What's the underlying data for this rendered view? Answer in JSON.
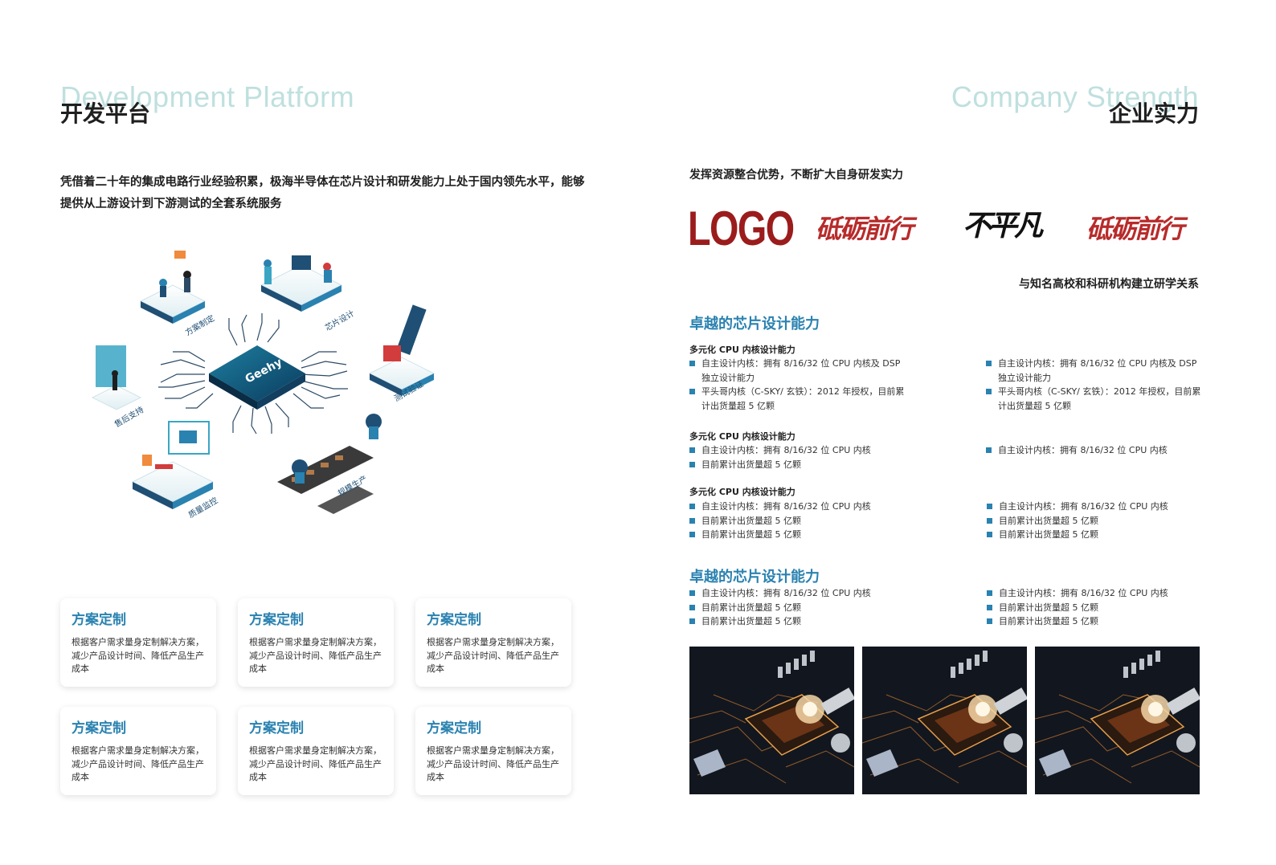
{
  "left": {
    "bg_title": "Development Platform",
    "title": "开发平台",
    "intro": "凭借着二十年的集成电路行业经验积累，极海半导体在芯片设计和研发能力上处于国内领先水平，能够提供从上游设计到下游测试的全套系统服务",
    "illustration": {
      "chip_label": "Geehy",
      "stations": [
        "方案制定",
        "芯片设计",
        "测试验证",
        "规模生产",
        "质量监控",
        "售后支持"
      ]
    },
    "cards": [
      {
        "title": "方案定制",
        "text": "根据客户需求量身定制解决方案，减少产品设计时间、降低产品生产成本"
      },
      {
        "title": "方案定制",
        "text": "根据客户需求量身定制解决方案，减少产品设计时间、降低产品生产成本"
      },
      {
        "title": "方案定制",
        "text": "根据客户需求量身定制解决方案，减少产品设计时间、降低产品生产成本"
      },
      {
        "title": "方案定制",
        "text": "根据客户需求量身定制解决方案，减少产品设计时间、降低产品生产成本"
      },
      {
        "title": "方案定制",
        "text": "根据客户需求量身定制解决方案，减少产品设计时间、降低产品生产成本"
      },
      {
        "title": "方案定制",
        "text": "根据客户需求量身定制解决方案，减少产品设计时间、降低产品生产成本"
      }
    ]
  },
  "right": {
    "bg_title": "Company Strength",
    "title": "企业实力",
    "lead": "发挥资源整合优势，不断扩大自身研发实力",
    "logos": {
      "logo_text": "LOGO",
      "calligraphy_1": "砥砺前行",
      "calligraphy_2": "不平凡",
      "calligraphy_3": "砥砺前行"
    },
    "partnership": "与知名高校和科研机构建立研学关系",
    "section1": {
      "heading": "卓越的芯片设计能力",
      "groups": [
        {
          "subheading": "多元化 CPU 内核设计能力",
          "left": [
            "自主设计内核：拥有 8/16/32 位 CPU 内核及 DSP 独立设计能力",
            "平头哥内核（C-SKY/ 玄铁）：2012 年授权，目前累计出货量超 5 亿颗"
          ],
          "right": [
            "自主设计内核：拥有 8/16/32 位 CPU 内核及 DSP 独立设计能力",
            "平头哥内核（C-SKY/ 玄铁）：2012 年授权，目前累计出货量超 5 亿颗"
          ]
        },
        {
          "subheading": "多元化 CPU 内核设计能力",
          "left": [
            "自主设计内核：拥有 8/16/32 位 CPU 内核",
            "目前累计出货量超 5 亿颗"
          ],
          "right": [
            "自主设计内核：拥有 8/16/32 位 CPU 内核"
          ]
        },
        {
          "subheading": "多元化 CPU 内核设计能力",
          "left": [
            "自主设计内核：拥有 8/16/32 位 CPU 内核",
            "目前累计出货量超 5 亿颗",
            "目前累计出货量超 5 亿颗"
          ],
          "right": [
            "自主设计内核：拥有 8/16/32 位 CPU 内核",
            "目前累计出货量超 5 亿颗",
            "目前累计出货量超 5 亿颗"
          ]
        }
      ]
    },
    "section2": {
      "heading": "卓越的芯片设计能力",
      "left": [
        "自主设计内核：拥有 8/16/32 位 CPU 内核",
        "目前累计出货量超 5 亿颗",
        "目前累计出货量超 5 亿颗"
      ],
      "right": [
        "自主设计内核：拥有 8/16/32 位 CPU 内核",
        "目前累计出货量超 5 亿颗",
        "目前累计出货量超 5 亿颗"
      ]
    },
    "photos": [
      "chip-robot-photo",
      "chip-robot-photo",
      "chip-robot-photo"
    ]
  }
}
